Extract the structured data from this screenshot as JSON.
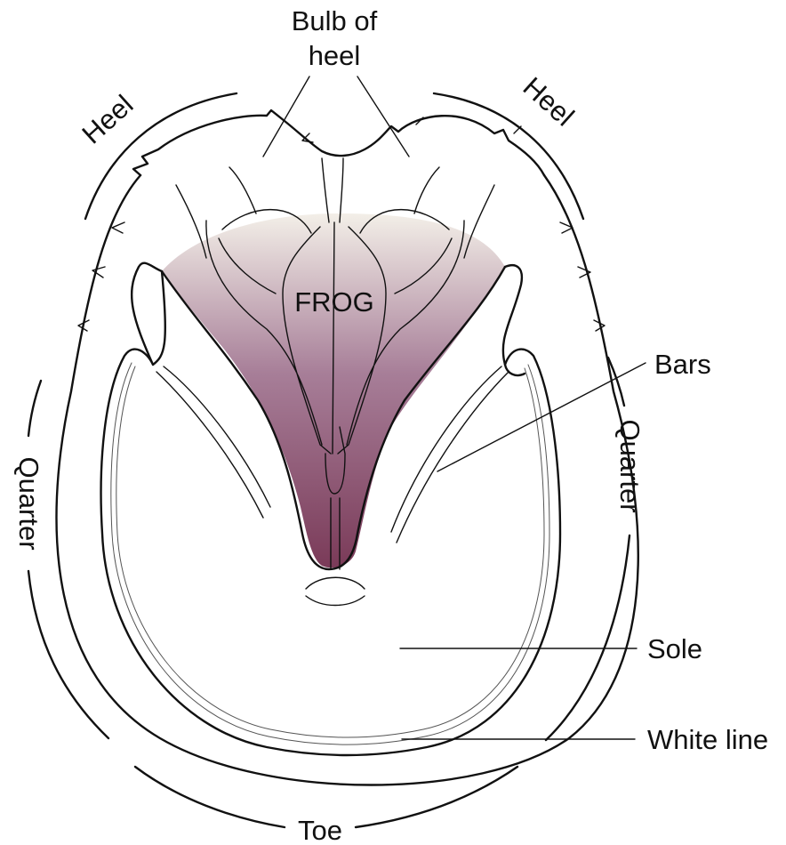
{
  "colors": {
    "frog_top": "#f3efe8",
    "frog_mid": "#a77e98",
    "frog_bottom": "#7a3a58",
    "outline": "#111111"
  },
  "labels": {
    "bulb_line1": "Bulb of",
    "bulb_line2": "heel",
    "heel_left": "Heel",
    "heel_right": "Heel",
    "frog": "FROG",
    "bars": "Bars",
    "quarter_left": "Quarter",
    "quarter_right": "Quarter",
    "sole": "Sole",
    "white_line": "White line",
    "toe": "Toe"
  }
}
